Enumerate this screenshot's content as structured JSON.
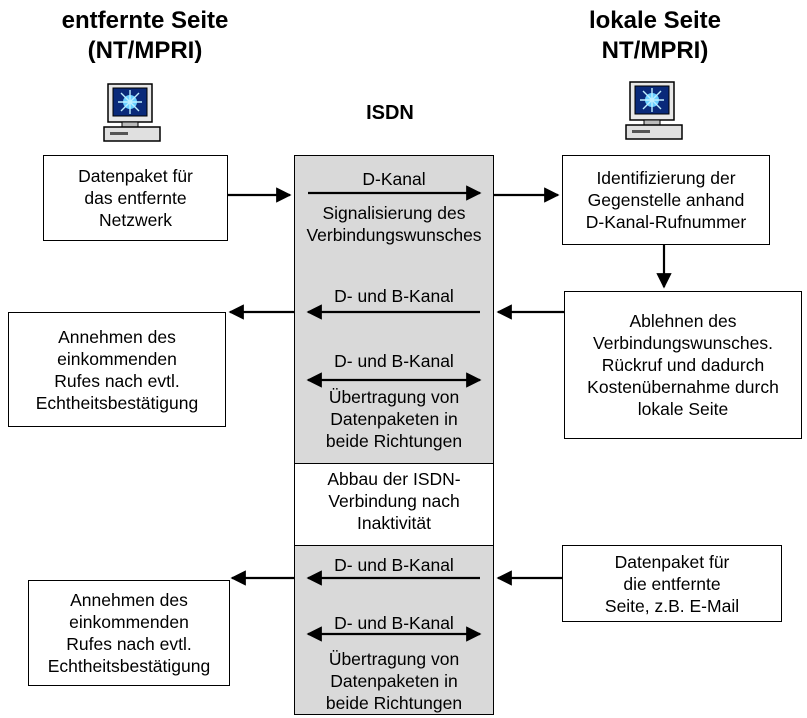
{
  "headers": {
    "remote_title_1": "entfernte Seite",
    "remote_title_2": "(NT/MPRI)",
    "local_title_1": "lokale Seite",
    "local_title_2": "NT/MPRI)",
    "center_title": "ISDN"
  },
  "icons": {
    "remote_computer": "computer-icon",
    "local_computer": "computer-icon"
  },
  "left_boxes": {
    "packet_remote_network": "Datenpaket für\ndas entfernte\nNetzwerk",
    "accept_call_1": "Annehmen des\neinkommenden\nRufes nach evtl.\nEchtheitsbestätigung",
    "accept_call_2": "Annehmen des\neinkommenden\nRufes nach evtl.\nEchtheitsbestätigung"
  },
  "right_boxes": {
    "identify_peer": "Identifizierung der\nGegenstelle anhand\nD-Kanal-Rufnummer",
    "reject_callback": "Ablehnen des\nVerbindungswunsches.\nRückruf und dadurch\nKostenübernahme durch\nlokale Seite",
    "packet_remote_site": "Datenpaket für\ndie entfernte\nSeite, z.B. E-Mail"
  },
  "center": {
    "d_channel": "D-Kanal",
    "signaling": "Signalisierung des\nVerbindungswunsches",
    "db_channel_1": "D- und B-Kanal",
    "db_channel_2": "D- und B-Kanal",
    "transfer_1": "Übertragung von\nDatenpaketen in\nbeide Richtungen",
    "teardown": "Abbau der ISDN-\nVerbindung nach\nInaktivität",
    "db_channel_3": "D- und B-Kanal",
    "db_channel_4": "D- und B-Kanal",
    "transfer_2": "Übertragung von\nDatenpaketen in\nbeide Richtungen"
  }
}
